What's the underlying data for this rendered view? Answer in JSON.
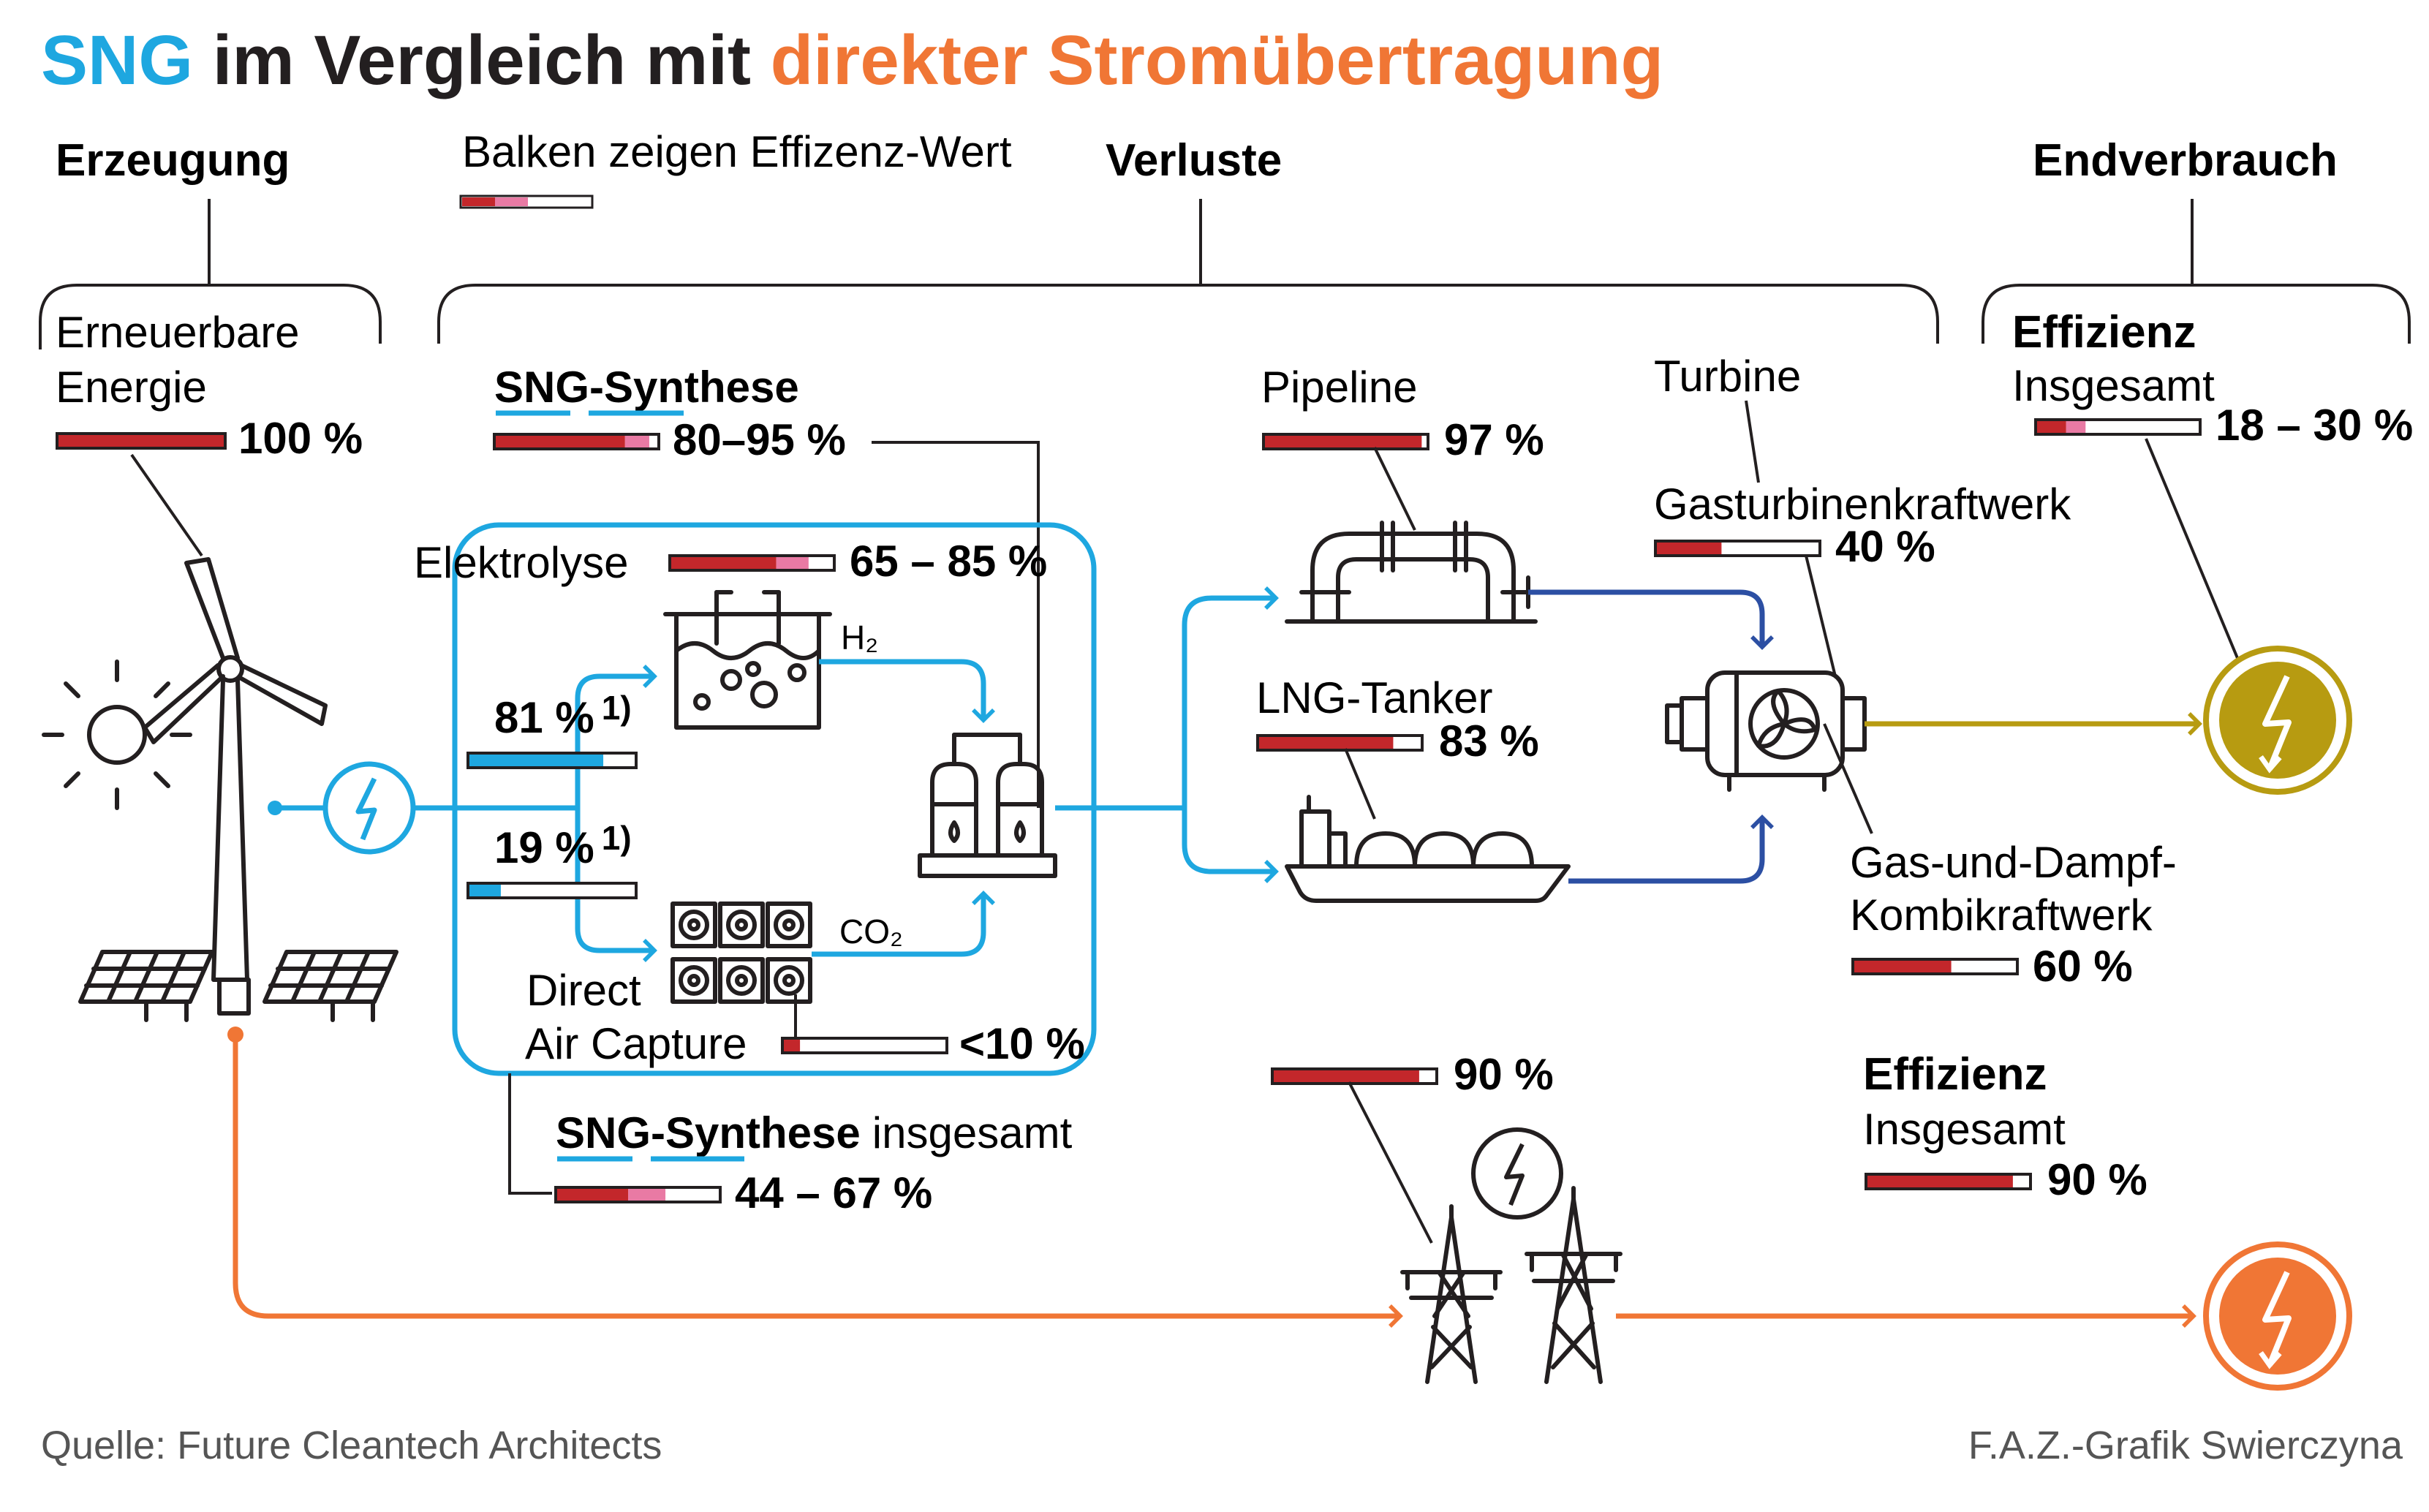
{
  "title": {
    "part1": "SNG",
    "part2": " im Vergleich mit ",
    "part3": "direkter Stromübertragung"
  },
  "headers": {
    "erzeugung": "Erzeugung",
    "legend": "Balken zeigen Effizenz-Wert",
    "verluste": "Verluste",
    "endverbrauch": "Endverbrauch"
  },
  "colors": {
    "blue": "#1ea7e0",
    "orange": "#f07635",
    "red": "#c3272b",
    "pink": "#e97aa4",
    "navy": "#2c4fa3",
    "olive": "#b79b11"
  },
  "labels": {
    "erneuerbare_1": "Erneuerbare",
    "erneuerbare_2": "Energie",
    "sng_synthese": "SNG-Synthese",
    "elektrolyse": "Elektrolyse",
    "h2": "H₂",
    "co2": "CO₂",
    "direct": "Direct",
    "air_capture": "Air Capture",
    "sng_synthese_insgesamt_1": "SNG-Synthese",
    "sng_synthese_insgesamt_2": "insgesamt",
    "pipeline": "Pipeline",
    "lng_tanker": "LNG-Tanker",
    "turbine": "Turbine",
    "gasturbinenkraftwerk": "Gasturbinenkraftwerk",
    "gud_1": "Gas-und-Dampf-",
    "gud_2": "Kombikraftwerk",
    "effizienz_1": "Effizienz",
    "insgesamt_1": "Insgesamt",
    "effizienz_2": "Effizienz",
    "insgesamt_2": "Insgesamt",
    "footnote_mark": "1)",
    "source": "Quelle: Future Cleantech Architects",
    "credit": "F.A.Z.-Grafik Swierczyna"
  },
  "bars": {
    "legend": {
      "min": 0.5,
      "max": 0.5
    },
    "erneuerbare": {
      "min": 1.0,
      "max": 1.0,
      "label": "100 %"
    },
    "sng_synthese": {
      "min": 0.8,
      "max": 0.95,
      "label": "80–95 %"
    },
    "elektrolyse": {
      "min": 0.65,
      "max": 0.85,
      "label": "65 – 85 %"
    },
    "split_81": {
      "min": 0.81,
      "max": 0.81,
      "label": "81 %"
    },
    "split_19": {
      "min": 0.19,
      "max": 0.19,
      "label": "19 %"
    },
    "dac": {
      "min": 0.1,
      "max": 0.1,
      "label": "<10 %"
    },
    "sng_gesamt": {
      "min": 0.44,
      "max": 0.67,
      "label": "44 – 67 %"
    },
    "pipeline": {
      "min": 0.97,
      "max": 0.97,
      "label": "97 %"
    },
    "lng": {
      "min": 0.83,
      "max": 0.83,
      "label": "83 %"
    },
    "gasturbine": {
      "min": 0.4,
      "max": 0.4,
      "label": "40 %"
    },
    "gud": {
      "min": 0.6,
      "max": 0.6,
      "label": "60 %"
    },
    "effizienz_sng": {
      "min": 0.18,
      "max": 0.3,
      "label": "18 – 30 %"
    },
    "uebertragung": {
      "min": 0.9,
      "max": 0.9,
      "label": "90 %"
    },
    "effizienz_direkt": {
      "min": 0.9,
      "max": 0.9,
      "label": "90 %"
    }
  }
}
